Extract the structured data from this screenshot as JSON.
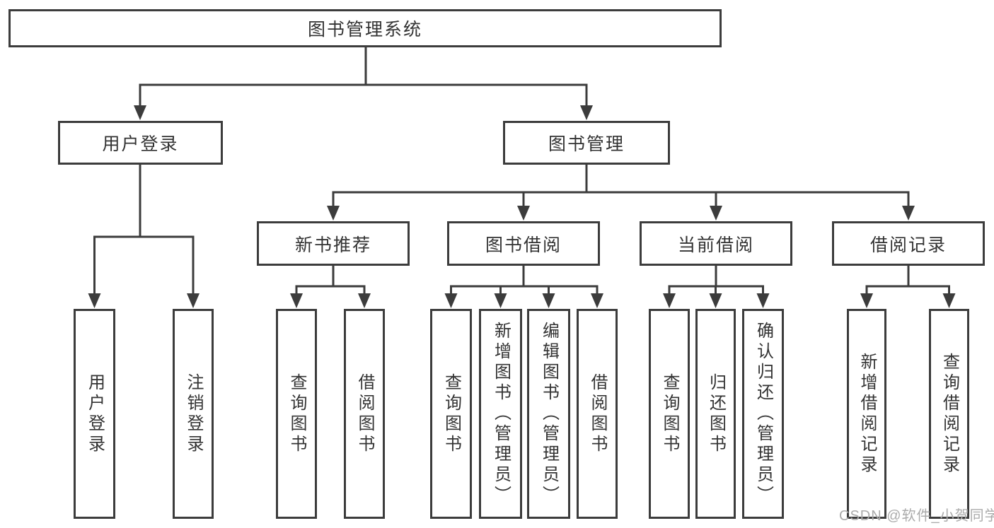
{
  "colors": {
    "line": "#3c3c3c",
    "box_border": "#3c3c3c",
    "text": "#333333",
    "background": "#ffffff",
    "watermark": "#ababab"
  },
  "watermark": {
    "text": "CSDN @软件_小贺同学"
  },
  "tree": {
    "label": "图书管理系统",
    "children": [
      {
        "label": "用户登录",
        "children": [
          {
            "label": "用户登录"
          },
          {
            "label": "注销登录"
          }
        ]
      },
      {
        "label": "图书管理",
        "children": [
          {
            "label": "新书推荐",
            "children": [
              {
                "label": "查询图书"
              },
              {
                "label": "借阅图书"
              }
            ]
          },
          {
            "label": "图书借阅",
            "children": [
              {
                "label": "查询图书"
              },
              {
                "label": "新增图书（管理员）"
              },
              {
                "label": "编辑图书（管理员）"
              },
              {
                "label": "借阅图书"
              }
            ]
          },
          {
            "label": "当前借阅",
            "children": [
              {
                "label": "查询图书"
              },
              {
                "label": "归还图书"
              },
              {
                "label": "确认归还（管理员）"
              }
            ]
          },
          {
            "label": "借阅记录",
            "children": [
              {
                "label": "新增借阅记录"
              },
              {
                "label": "查询借阅记录"
              }
            ]
          }
        ]
      }
    ]
  }
}
